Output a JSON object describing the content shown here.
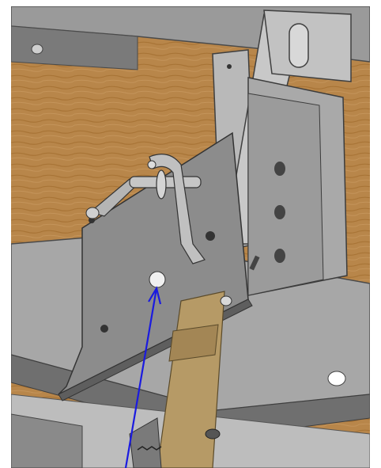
{
  "figure": {
    "kind": "technical-illustration",
    "subject": "bracket-assembly-with-strap",
    "annotation": "arrow",
    "colors": {
      "wood": "#b8864a",
      "wood_grain": "#a87436",
      "metal_light": "#b4b4b4",
      "metal_mid": "#8e8e8e",
      "metal_dark": "#5e5e5e",
      "strap": "#b69a66",
      "arrow": "#1a1ae0"
    }
  }
}
